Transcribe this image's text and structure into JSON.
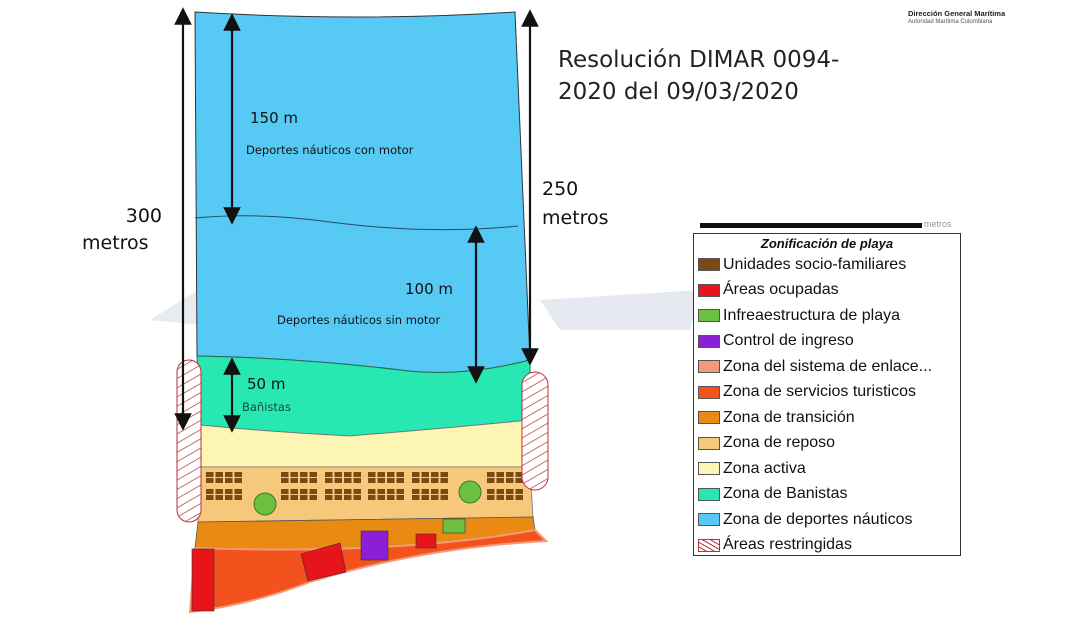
{
  "title": "Resolución DIMAR 0094-2020 del 09/03/2020",
  "title_lines": [
    "Resolución DIMAR 0094-",
    "2020 del 09/03/2020"
  ],
  "logo": {
    "line1": "Dirección General Marítima",
    "line2": "Autoridad Marítima Colombiana"
  },
  "dimensions": {
    "total_left": [
      "300",
      "metros"
    ],
    "total_right": [
      "250",
      "metros"
    ],
    "nautical_motor": {
      "distance": "150 m",
      "label": "Deportes náuticos con motor"
    },
    "nautical_no_motor": {
      "distance": "100 m",
      "label": "Deportes náuticos sin motor"
    },
    "bathers": {
      "distance": "50 m",
      "label": "Bañistas"
    }
  },
  "scale_label": "metros",
  "legend": {
    "title": "Zonificación de playa",
    "items": [
      {
        "label": "Unidades socio-familiares",
        "color": "#7a4a14"
      },
      {
        "label": "Áreas ocupadas",
        "color": "#e8141b"
      },
      {
        "label": "Infreaestructura de playa",
        "color": "#6cc040"
      },
      {
        "label": "Control de ingreso",
        "color": "#8a1fd6"
      },
      {
        "label": "Zona del sistema de enlace...",
        "color": "#f39a7a"
      },
      {
        "label": "Zona de servicios turisticos",
        "color": "#f4521d"
      },
      {
        "label": "Zona de transición",
        "color": "#e98a12"
      },
      {
        "label": "Zona de reposo",
        "color": "#f5c87c"
      },
      {
        "label": "Zona activa",
        "color": "#fdf5b3"
      },
      {
        "label": "Zona de Banistas",
        "color": "#27e8b2"
      },
      {
        "label": "Zona de deportes náuticos",
        "color": "#56c9f5"
      },
      {
        "label": "Áreas restringidas",
        "color": "hatch"
      }
    ]
  }
}
